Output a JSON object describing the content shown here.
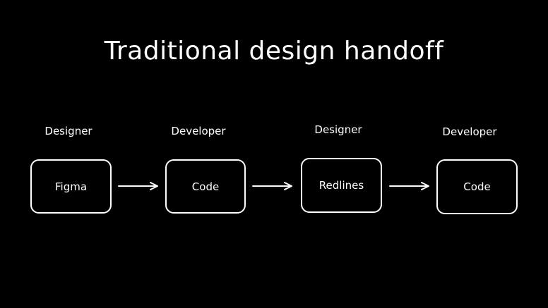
{
  "title": "Traditional design handoff",
  "colors": {
    "background": "#000000",
    "foreground": "#ffffff"
  },
  "steps": [
    {
      "role": "Designer",
      "node": "Figma"
    },
    {
      "role": "Developer",
      "node": "Code"
    },
    {
      "role": "Designer",
      "node": "Redlines"
    },
    {
      "role": "Developer",
      "node": "Code"
    }
  ],
  "arrows": [
    {
      "from": "Figma",
      "to": "Code"
    },
    {
      "from": "Code",
      "to": "Redlines"
    },
    {
      "from": "Redlines",
      "to": "Code"
    }
  ]
}
